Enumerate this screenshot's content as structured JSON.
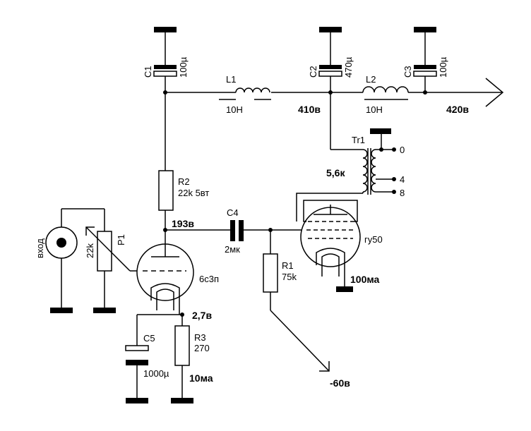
{
  "input": {
    "label": "вход"
  },
  "components": {
    "C1": {
      "ref": "C1",
      "value": "100µ"
    },
    "C2": {
      "ref": "C2",
      "value": "470µ"
    },
    "C3": {
      "ref": "C3",
      "value": "100µ"
    },
    "C4": {
      "ref": "C4",
      "value": "2мк"
    },
    "C5": {
      "ref": "C5",
      "value": "1000µ"
    },
    "L1": {
      "ref": "L1",
      "value": "10H"
    },
    "L2": {
      "ref": "L2",
      "value": "10H"
    },
    "R1": {
      "ref": "R1",
      "value": "75k"
    },
    "R2": {
      "ref": "R2",
      "value": "22k 5вт"
    },
    "R3": {
      "ref": "R3",
      "value": "270"
    },
    "P1": {
      "ref": "P1",
      "value": "22k"
    },
    "Tr1": {
      "ref": "Tr1",
      "impedance": "5,6к",
      "taps": [
        "0",
        "4",
        "8"
      ]
    },
    "V1": {
      "type": "6с3п"
    },
    "V2": {
      "type": "гу50"
    }
  },
  "voltages": {
    "supply_out": "420в",
    "c2_node": "410в",
    "v1_anode": "193в",
    "v1_cathode": "2,7в",
    "bias": "-60в"
  },
  "currents": {
    "v1": "10ма",
    "v2": "100ма"
  }
}
